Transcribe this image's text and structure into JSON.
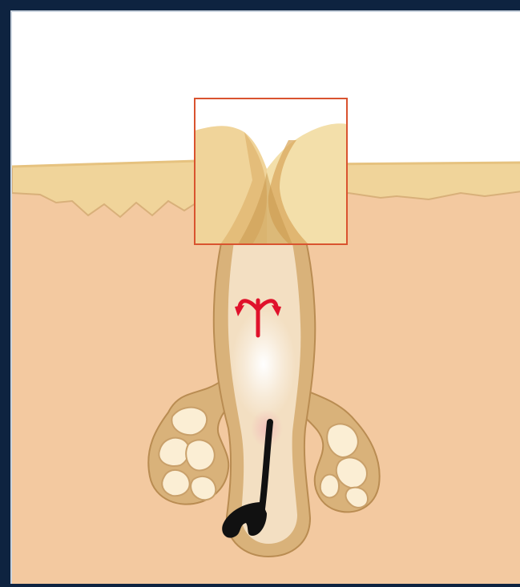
{
  "figure": {
    "kind": "skin-cross-section",
    "structures": [
      "skin-surface",
      "epidermis",
      "dermis",
      "pore-opening",
      "follicle-duct",
      "sebaceous-gland-left",
      "sebaceous-gland-right",
      "hair-shaft",
      "hair-bulb",
      "sebum-flow-arrow",
      "zoom-inset-box"
    ],
    "colors": {
      "frame": "#0e2340",
      "background": "#ffffff",
      "dermis": "#f3c9a0",
      "epidermis": "#f0d49a",
      "follicle_wall": "#d9b27a",
      "follicle_inner": "#f3dfc2",
      "gland_lobe": "#fbeed4",
      "hair": "#111111",
      "arrow": "#e0112b",
      "inset_border": "#d9532f",
      "panel_edge": "#c9d3de"
    }
  }
}
